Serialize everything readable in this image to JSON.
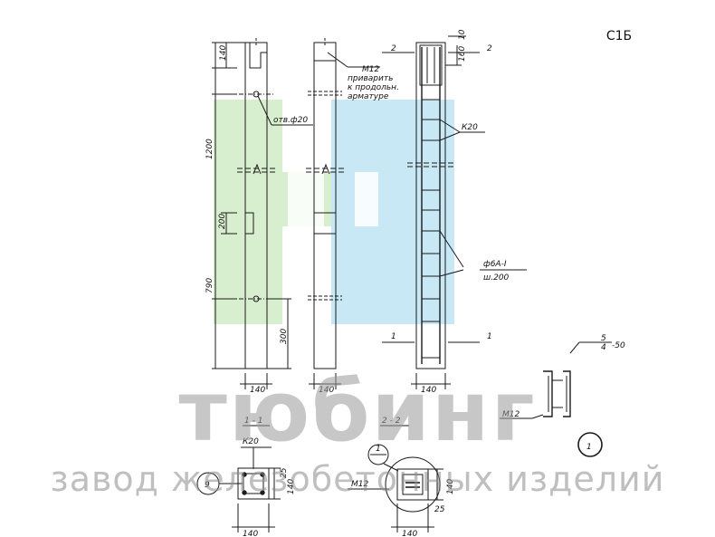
{
  "sheet": {
    "code": "С1Б"
  },
  "labels": {
    "dim_140_top": "140",
    "dim_1200": "1200",
    "dim_200": "200",
    "dim_790": "790",
    "dim_300": "300",
    "dim_140_elev1": "140",
    "dim_140_elev2": "140",
    "dim_140_elev3": "140",
    "hole_note": "отв.ф20",
    "weld_line1": "М12",
    "weld_line2": "приварить",
    "weld_line3": "к продольн.",
    "weld_line4": "арматуре",
    "dim_10": "10",
    "dim_160": "160",
    "k20": "К20",
    "rebar_line1": "ф6А-I",
    "rebar_line2": "ш.200",
    "callout_9": "9",
    "section_mark_2": "2",
    "section_mark_1": "1",
    "detail_dim": "-50",
    "detail_frac_top": "5",
    "detail_frac_bottom": "4",
    "detail_m12": "М12",
    "detail_ref": "1",
    "section_1_title": "1 - 1",
    "section_2_title": "2 - 2",
    "s1_k20": "К20",
    "s1_callout_9": "9",
    "s1_dim_25": "25",
    "s1_dim_140v": "140",
    "s1_dim_140h": "140",
    "s2_m12": "М12",
    "s2_callout_1": "1",
    "s2_dim_140v": "140",
    "s2_dim_25": "25",
    "s2_dim_140h": "140"
  },
  "watermark": {
    "brand": "тюбинг",
    "tagline": "завод железобетонных изделий"
  },
  "colors": {
    "line": "#1a1a1a",
    "logo_green": "#d8efcf",
    "logo_blue": "#c8e8f6",
    "watermark_grey": "#9a9a9a"
  }
}
